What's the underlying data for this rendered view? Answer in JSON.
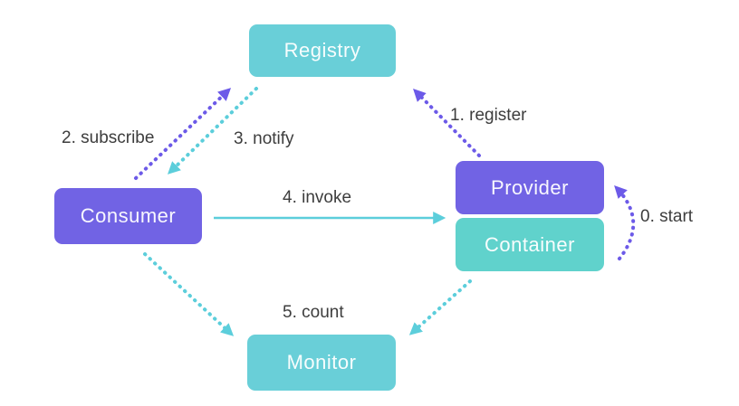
{
  "diagram": {
    "type": "architecture-flow",
    "background": "#ffffff",
    "nodes": {
      "registry": {
        "label": "Registry",
        "color": "#69cfd8"
      },
      "provider": {
        "label": "Provider",
        "color": "#7163e4"
      },
      "container": {
        "label": "Container",
        "color": "#60d2cc"
      },
      "consumer": {
        "label": "Consumer",
        "color": "#7163e4"
      },
      "monitor": {
        "label": "Monitor",
        "color": "#69cfd8"
      }
    },
    "edges": {
      "start": {
        "label": "0. start",
        "from": "container",
        "to": "provider",
        "style": "dotted-curve",
        "color": "#6c5ae8"
      },
      "register": {
        "label": "1. register",
        "from": "provider",
        "to": "registry",
        "style": "dotted",
        "color": "#6c5ae8"
      },
      "subscribe": {
        "label": "2. subscribe",
        "from": "consumer",
        "to": "registry",
        "style": "dotted",
        "color": "#6c5ae8"
      },
      "notify": {
        "label": "3. notify",
        "from": "registry",
        "to": "consumer",
        "style": "dotted",
        "color": "#5ccedb"
      },
      "invoke": {
        "label": "4. invoke",
        "from": "consumer",
        "to": "provider",
        "style": "solid",
        "color": "#5ccedb"
      },
      "count": {
        "label": "5. count",
        "from": "consumer",
        "to": "monitor",
        "style": "dotted",
        "color": "#5ccedb"
      },
      "count_provider": {
        "label": "",
        "from": "container",
        "to": "monitor",
        "style": "dotted",
        "color": "#5ccedb"
      }
    },
    "colors": {
      "node_purple": "#7163e4",
      "node_teal": "#69cfd8",
      "node_teal_green": "#60d2cc",
      "arrow_purple": "#6c5ae8",
      "arrow_teal": "#5ccedb",
      "label_text": "#3d3d3d",
      "node_text": "#ffffff"
    }
  }
}
